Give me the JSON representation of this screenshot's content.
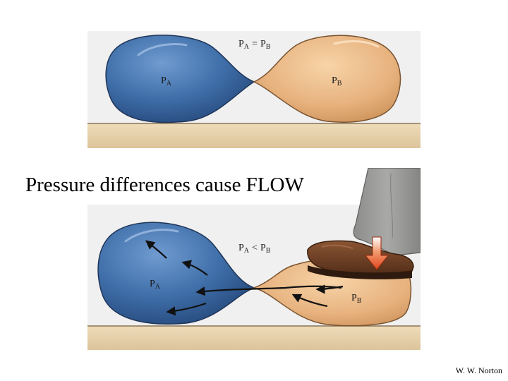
{
  "slide": {
    "title": "Pressure differences cause FLOW",
    "credit": "W. W. Norton"
  },
  "top_diagram": {
    "equation": {
      "left": "P",
      "left_sub": "A",
      "op": "=",
      "right": "P",
      "right_sub": "B"
    },
    "balloon_a": {
      "label": "P",
      "sub": "A"
    },
    "balloon_b": {
      "label": "P",
      "sub": "B"
    }
  },
  "bottom_diagram": {
    "equation": {
      "left": "P",
      "left_sub": "A",
      "op": "<",
      "right": "P",
      "right_sub": "B"
    },
    "balloon_a": {
      "label": "P",
      "sub": "A"
    },
    "balloon_b": {
      "label": "P",
      "sub": "B"
    }
  },
  "colors": {
    "balloon_a": "#3f6ea8",
    "balloon_b": "#e7b27e",
    "surface": "#e6d2ae",
    "panel_background": "#f0f0f0",
    "press_arrow": "#e0451c",
    "shoe": "#6b3d22",
    "trousers": "#9a9a98"
  }
}
